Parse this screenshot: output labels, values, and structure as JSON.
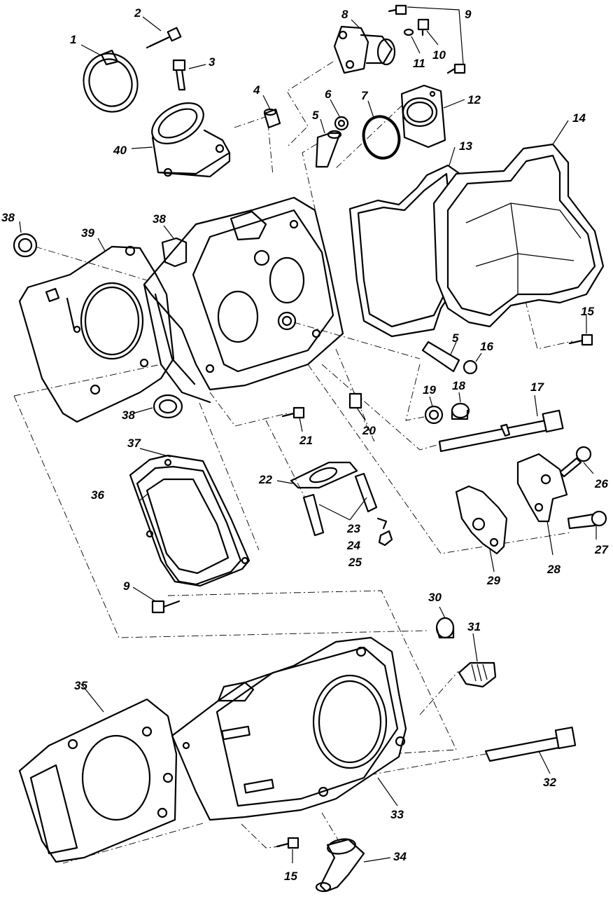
{
  "callouts": [
    {
      "id": "c1",
      "text": "1"
    },
    {
      "id": "c2",
      "text": "2"
    },
    {
      "id": "c3",
      "text": "3"
    },
    {
      "id": "c4",
      "text": "4"
    },
    {
      "id": "c5a",
      "text": "5"
    },
    {
      "id": "c5b",
      "text": "5"
    },
    {
      "id": "c6",
      "text": "6"
    },
    {
      "id": "c7",
      "text": "7"
    },
    {
      "id": "c8",
      "text": "8"
    },
    {
      "id": "c9a",
      "text": "9"
    },
    {
      "id": "c9b",
      "text": "9"
    },
    {
      "id": "c10",
      "text": "10"
    },
    {
      "id": "c11",
      "text": "11"
    },
    {
      "id": "c12",
      "text": "12"
    },
    {
      "id": "c13",
      "text": "13"
    },
    {
      "id": "c14",
      "text": "14"
    },
    {
      "id": "c15a",
      "text": "15"
    },
    {
      "id": "c15b",
      "text": "15"
    },
    {
      "id": "c16",
      "text": "16"
    },
    {
      "id": "c17",
      "text": "17"
    },
    {
      "id": "c18",
      "text": "18"
    },
    {
      "id": "c19",
      "text": "19"
    },
    {
      "id": "c20",
      "text": "20"
    },
    {
      "id": "c21",
      "text": "21"
    },
    {
      "id": "c22",
      "text": "22"
    },
    {
      "id": "c23",
      "text": "23"
    },
    {
      "id": "c24",
      "text": "24"
    },
    {
      "id": "c25",
      "text": "25"
    },
    {
      "id": "c26",
      "text": "26"
    },
    {
      "id": "c27",
      "text": "27"
    },
    {
      "id": "c28",
      "text": "28"
    },
    {
      "id": "c29",
      "text": "29"
    },
    {
      "id": "c30",
      "text": "30"
    },
    {
      "id": "c31",
      "text": "31"
    },
    {
      "id": "c32",
      "text": "32"
    },
    {
      "id": "c33",
      "text": "33"
    },
    {
      "id": "c34",
      "text": "34"
    },
    {
      "id": "c35",
      "text": "35"
    },
    {
      "id": "c36",
      "text": "36"
    },
    {
      "id": "c37",
      "text": "37"
    },
    {
      "id": "c38a",
      "text": "38"
    },
    {
      "id": "c38b",
      "text": "38"
    },
    {
      "id": "c38c",
      "text": "38"
    },
    {
      "id": "c39",
      "text": "39"
    },
    {
      "id": "c40",
      "text": "40"
    }
  ]
}
